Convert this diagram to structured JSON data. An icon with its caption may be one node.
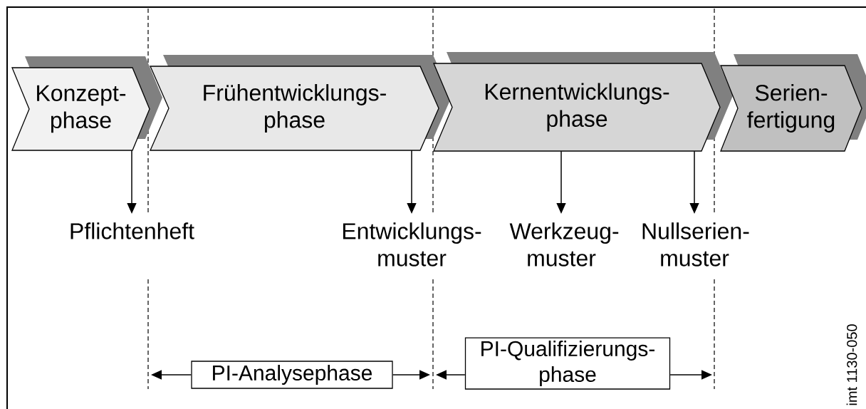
{
  "diagram": {
    "nodes": [
      {
        "text": [
          "Konzept- phase"
        ]
      },
      {
        "text": [
          "Frühentwicklungs- phase"
        ]
      },
      {
        "text": [
          "Kernentwicklungs- phase"
        ]
      },
      {
        "text": [
          "Serien- fertigung"
        ]
      },
      {
        "text": [
          "Pflichtenheft"
        ]
      },
      {
        "text": [
          "Entwicklungs- muster"
        ]
      },
      {
        "text": [
          "Werkzeug- muster"
        ]
      },
      {
        "text": [
          "Nullserien- muster"
        ]
      },
      {
        "text": [
          "PI-Analysephase"
        ]
      },
      {
        "text": [
          "PI-Qualifizierungs- phase"
        ]
      }
    ],
    "edges": [
      {
        "from": 0,
        "to": 4,
        "arrow": "to"
      },
      {
        "from": 1,
        "to": 5,
        "arrow": "to"
      },
      {
        "from": 2,
        "to": 6,
        "arrow": "to"
      },
      {
        "from": 2,
        "to": 7,
        "arrow": "to"
      },
      {
        "from": 8,
        "to": null,
        "arrow": "to"
      },
      {
        "from": 8,
        "to": null,
        "arrow": "to"
      },
      {
        "from": 9,
        "to": null,
        "arrow": "to"
      },
      {
        "from": 9,
        "to": null,
        "arrow": "to"
      }
    ],
    "labels": [
      "imt 1130-050"
    ]
  }
}
